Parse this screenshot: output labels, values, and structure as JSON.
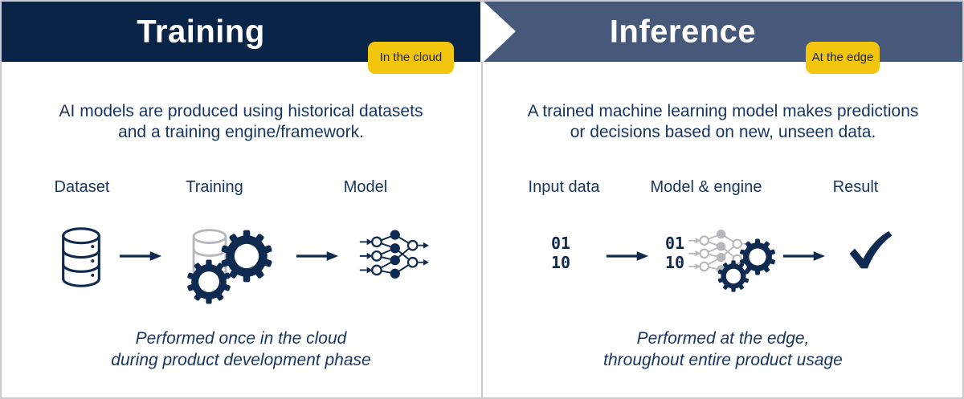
{
  "colors": {
    "header_navy": "#0a2448",
    "header_slate": "#46597a",
    "badge_yellow": "#f2c50f",
    "text_navy": "#17345f",
    "icon_navy": "#0e2a50",
    "icon_gray": "#b5b7bc"
  },
  "left_panel": {
    "title": "Training",
    "badge": "In the cloud",
    "description": {
      "line1": "AI models are produced using historical datasets",
      "line2": "and a training engine/framework."
    },
    "steps": [
      {
        "label": "Dataset",
        "icon": "database-icon"
      },
      {
        "label": "Training",
        "icon": "database-gears-icon"
      },
      {
        "label": "Model",
        "icon": "neural-network-icon"
      }
    ],
    "footer": {
      "line1": "Performed once in the cloud",
      "line2": "during product development phase"
    }
  },
  "right_panel": {
    "title": "Inference",
    "badge": "At the edge",
    "description": {
      "line1": "A trained machine learning model makes predictions",
      "line2": "or decisions based on new, unseen data."
    },
    "steps": [
      {
        "label": "Input data",
        "icon": "binary-input-icon"
      },
      {
        "label": "Model & engine",
        "icon": "neural-network-gears-icon"
      },
      {
        "label": "Result",
        "icon": "checkmark-icon"
      }
    ],
    "binary": {
      "line1": "01",
      "line2": "10"
    },
    "footer": {
      "line1": "Performed at the edge,",
      "line2": "throughout entire product usage"
    }
  }
}
